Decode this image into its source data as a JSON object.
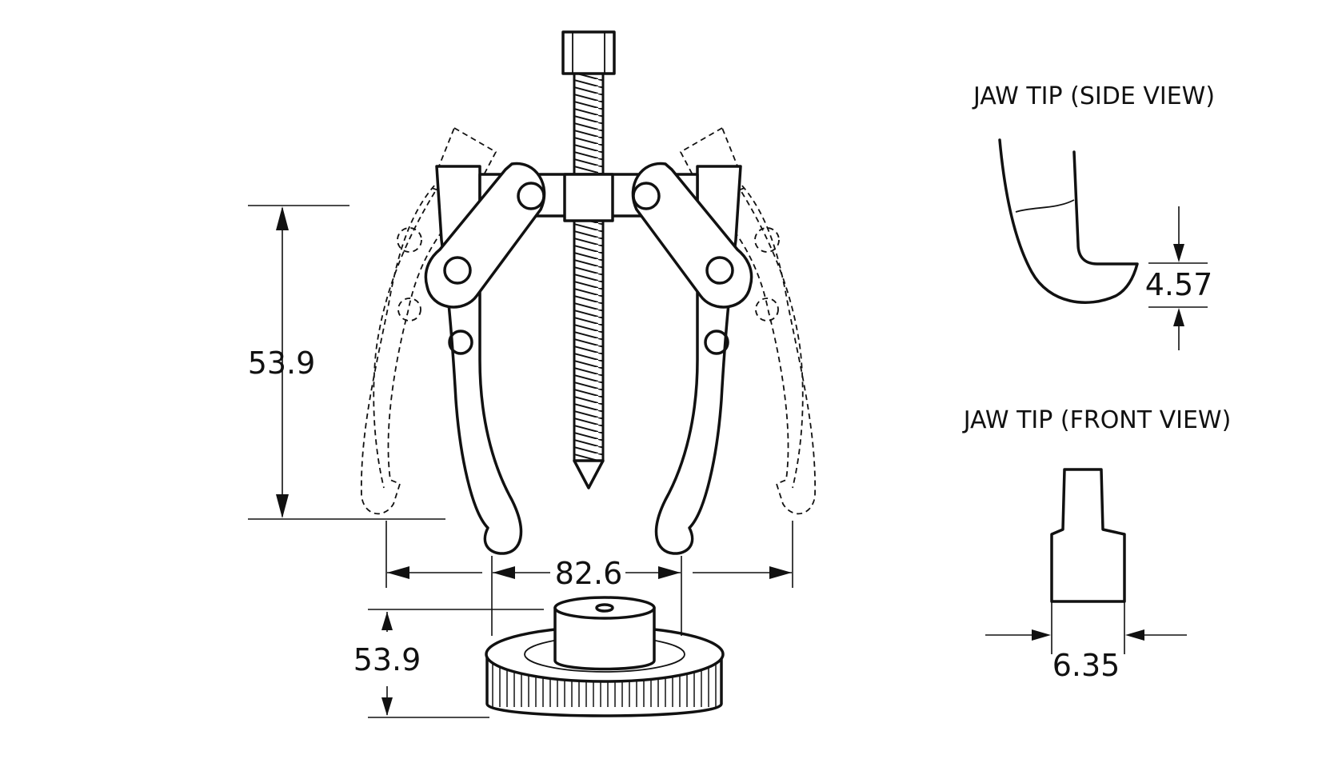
{
  "dimensions": {
    "jaw_reach": "53.9",
    "spread": "82.6",
    "adapter_height": "53.9",
    "tip_thickness": "4.57",
    "tip_width": "6.35"
  },
  "views": {
    "side_view_title": "JAW TIP (SIDE VIEW)",
    "front_view_title": "JAW TIP (FRONT VIEW)"
  }
}
